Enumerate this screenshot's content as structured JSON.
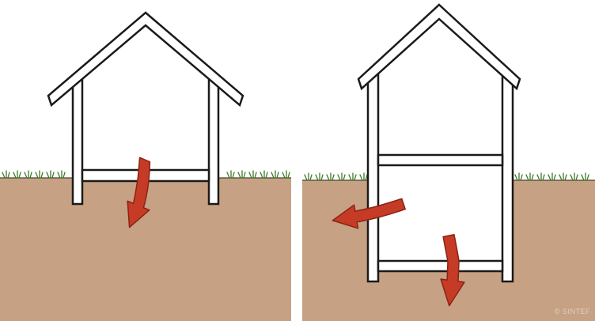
{
  "figure": {
    "credit": "© SINTEF",
    "colors": {
      "background": "#ffffff",
      "ground": "#c7a183",
      "ground_line": "#44442f",
      "grass": "#3c7a26",
      "house_fill": "#ffffff",
      "outline": "#1a1a1a",
      "arrow": "#c63b26",
      "arrow_outline": "#8a2315",
      "credit_text": "#d9d3c7"
    },
    "panels": [
      {
        "name": "slab-on-ground-house",
        "storeys": 1,
        "heat_flow_arrows": [
          {
            "direction": "downward",
            "through": "ground floor into soil"
          }
        ]
      },
      {
        "name": "house-with-basement",
        "storeys": 2,
        "heat_flow_arrows": [
          {
            "direction": "leftward",
            "through": "basement wall into soil"
          },
          {
            "direction": "downward",
            "through": "basement floor into soil"
          }
        ]
      }
    ]
  }
}
